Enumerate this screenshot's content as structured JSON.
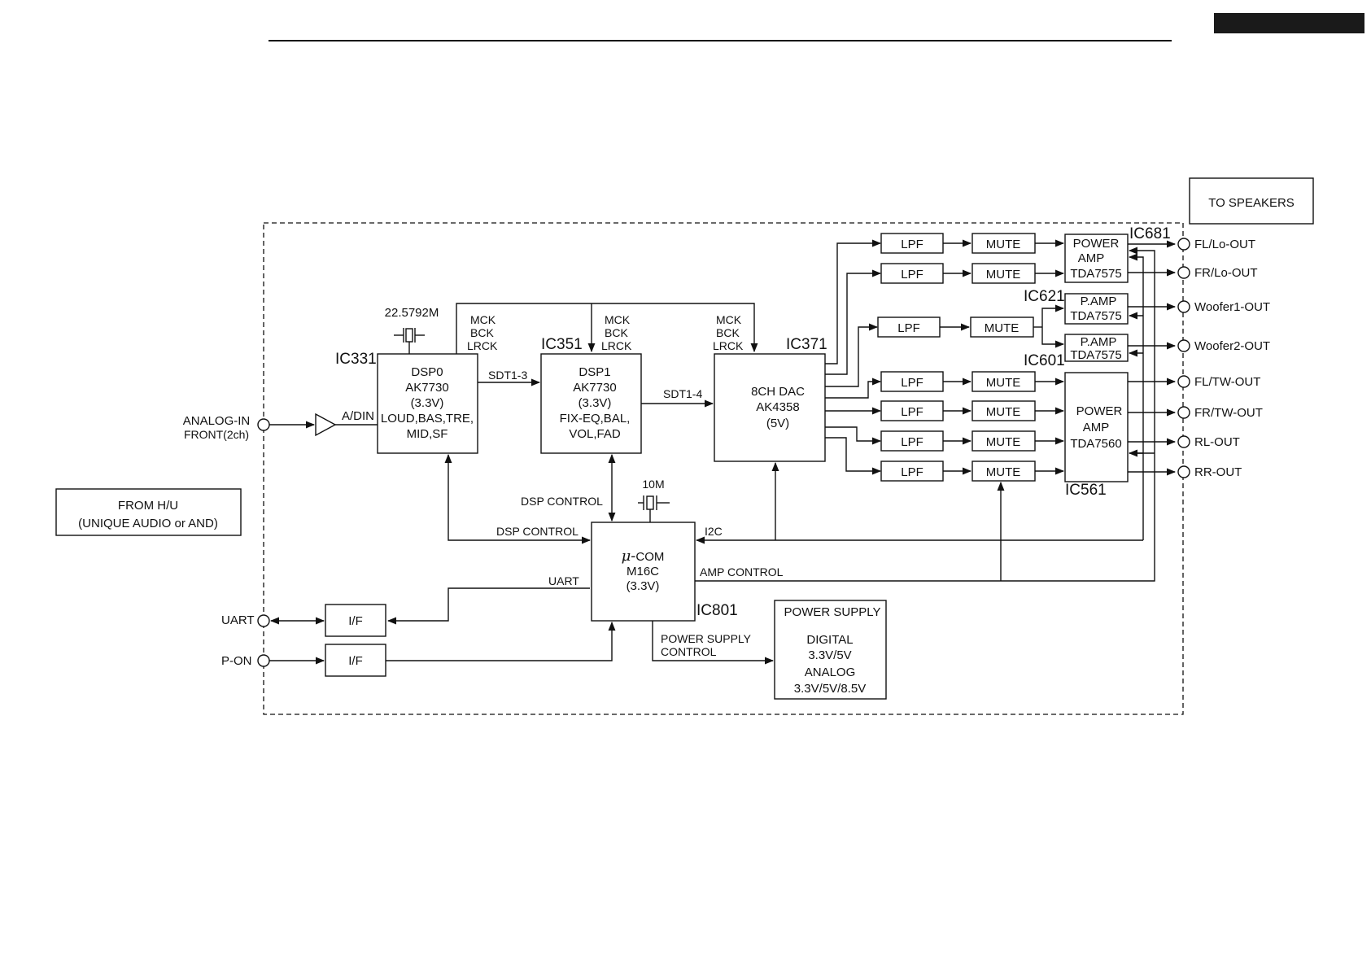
{
  "header": {
    "black_tab": ""
  },
  "labels": {
    "to_speakers": "TO SPEAKERS",
    "from_hu_line1": "FROM H/U",
    "from_hu_line2": "(UNIQUE AUDIO or AND)",
    "analog_in_line1": "ANALOG-IN",
    "analog_in_line2": "FRONT(2ch)",
    "adin": "A/DIN",
    "crystal_dsp": "22.5792M",
    "crystal_com": "10M",
    "clk_mck": "MCK",
    "clk_bck": "BCK",
    "clk_lrck": "LRCK",
    "sdt13": "SDT1-3",
    "sdt14": "SDT1-4",
    "dsp_control": "DSP CONTROL",
    "i2c": "I2C",
    "uart_bus": "UART",
    "amp_control": "AMP CONTROL",
    "ps_control_line1": "POWER SUPPLY",
    "ps_control_line2": "CONTROL",
    "uart_port": "UART",
    "pon_port": "P-ON",
    "if": "I/F",
    "lpf": "LPF",
    "mute": "MUTE"
  },
  "ic_labels": {
    "ic331": "IC331",
    "ic351": "IC351",
    "ic371": "IC371",
    "ic681": "IC681",
    "ic621": "IC621",
    "ic601": "IC601",
    "ic561": "IC561",
    "ic801": "IC801"
  },
  "blocks": {
    "dsp0": [
      "DSP0",
      "AK7730",
      "(3.3V)",
      "LOUD,BAS,TRE,",
      "MID,SF"
    ],
    "dsp1": [
      "DSP1",
      "AK7730",
      "(3.3V)",
      "FIX-EQ,BAL,",
      "VOL,FAD"
    ],
    "dac": [
      "8CH DAC",
      "AK4358",
      "(5V)"
    ],
    "mcom": [
      "COM",
      "M16C",
      "(3.3V)"
    ],
    "mcom_mu": "μ-",
    "pa681": [
      "POWER",
      "AMP",
      "TDA7575"
    ],
    "pa621": [
      "P.AMP",
      "TDA7575"
    ],
    "pa601": [
      "P.AMP",
      "TDA7575"
    ],
    "pa561": [
      "POWER",
      "AMP",
      "TDA7560"
    ],
    "psu": [
      "POWER SUPPLY",
      "DIGITAL",
      "3.3V/5V",
      "ANALOG",
      "3.3V/5V/8.5V"
    ]
  },
  "outputs": [
    "FL/Lo-OUT",
    "FR/Lo-OUT",
    "Woofer1-OUT",
    "Woofer2-OUT",
    "FL/TW-OUT",
    "FR/TW-OUT",
    "RL-OUT",
    "RR-OUT"
  ]
}
